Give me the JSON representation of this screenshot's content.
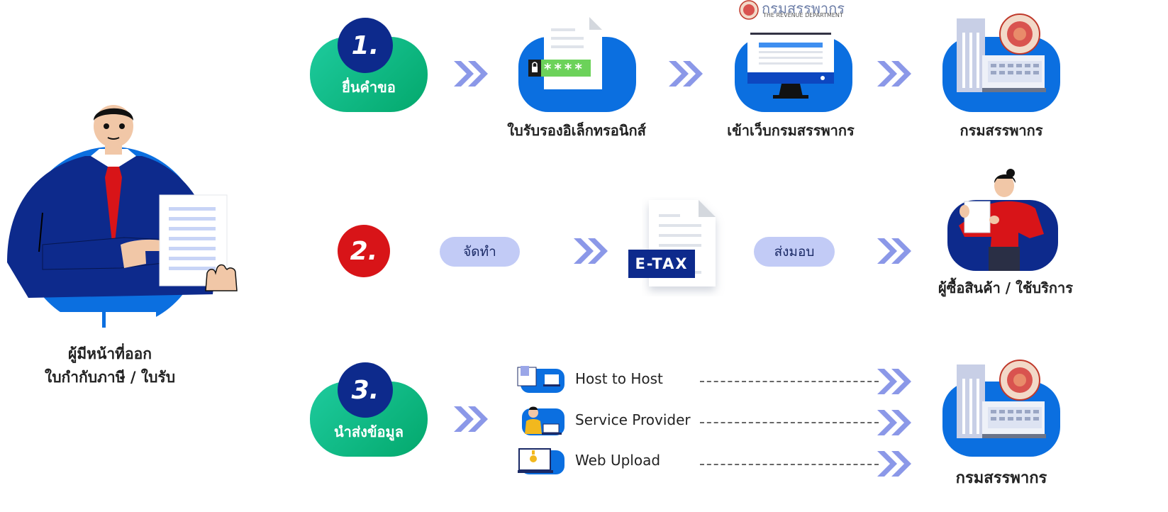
{
  "issuer": {
    "line1": "ผู้มีหน้าที่ออก",
    "line2": "ใบกำกับภาษี / ใบรับ"
  },
  "steps": [
    {
      "number": "1.",
      "label": "ยื่นคำขอ",
      "color": "#0d2a8c"
    },
    {
      "number": "2.",
      "color": "#d81418"
    },
    {
      "number": "3.",
      "label": "นำส่งข้อมูล",
      "color": "#0d2a8c"
    }
  ],
  "row1": {
    "certificate_caption": "ใบรับรองอิเล็กทรอนิกส์",
    "password_mask": "****",
    "website_caption": "เข้าเว็บกรมสรรพากร",
    "logo_text": "กรมสรรพากร",
    "logo_subtext": "THE REVENUE DEPARTMENT",
    "department_caption": "กรมสรรพากร"
  },
  "row2": {
    "prepare_label": "จัดทำ",
    "etax_label": "E-TAX",
    "deliver_label": "ส่งมอบ",
    "buyer_caption": "ผู้ซื้อสินค้า / ใช้บริการ"
  },
  "row3": {
    "methods": [
      {
        "label": "Host to Host",
        "icon": "host-to-host-icon"
      },
      {
        "label": "Service Provider",
        "icon": "service-provider-icon"
      },
      {
        "label": "Web Upload",
        "icon": "web-upload-icon"
      }
    ],
    "department_caption": "กรมสรรพากร"
  },
  "colors": {
    "green": "#03a86c",
    "blue_tile": "#0b6fe0",
    "navy": "#0d2a8c",
    "red": "#d81418",
    "chevron": "#8b98e8",
    "lavender": "#c2cbf6"
  }
}
